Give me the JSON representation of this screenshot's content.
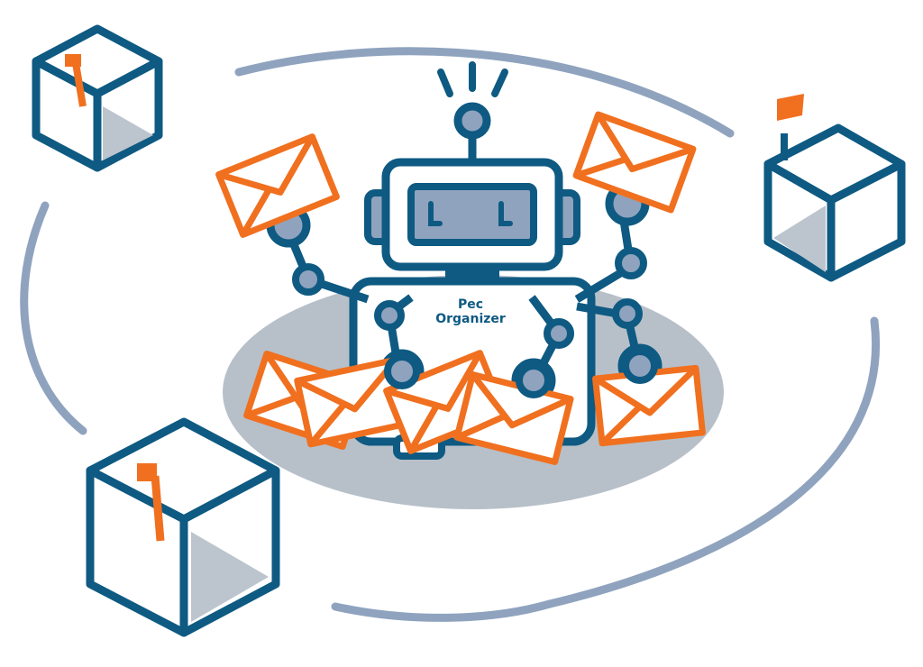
{
  "colors": {
    "navy": "#0e5a82",
    "orange": "#f0701f",
    "gray_blue": "#8fa3be",
    "floor": "#b7c0c9",
    "box_shade": "#bcc5ce",
    "white": "#ffffff"
  },
  "robot": {
    "label_line1": "Pec",
    "label_line2": "Organizer"
  },
  "icons": [
    "mailbox-icon",
    "robot-icon",
    "envelope-icon",
    "orbit-arc"
  ]
}
